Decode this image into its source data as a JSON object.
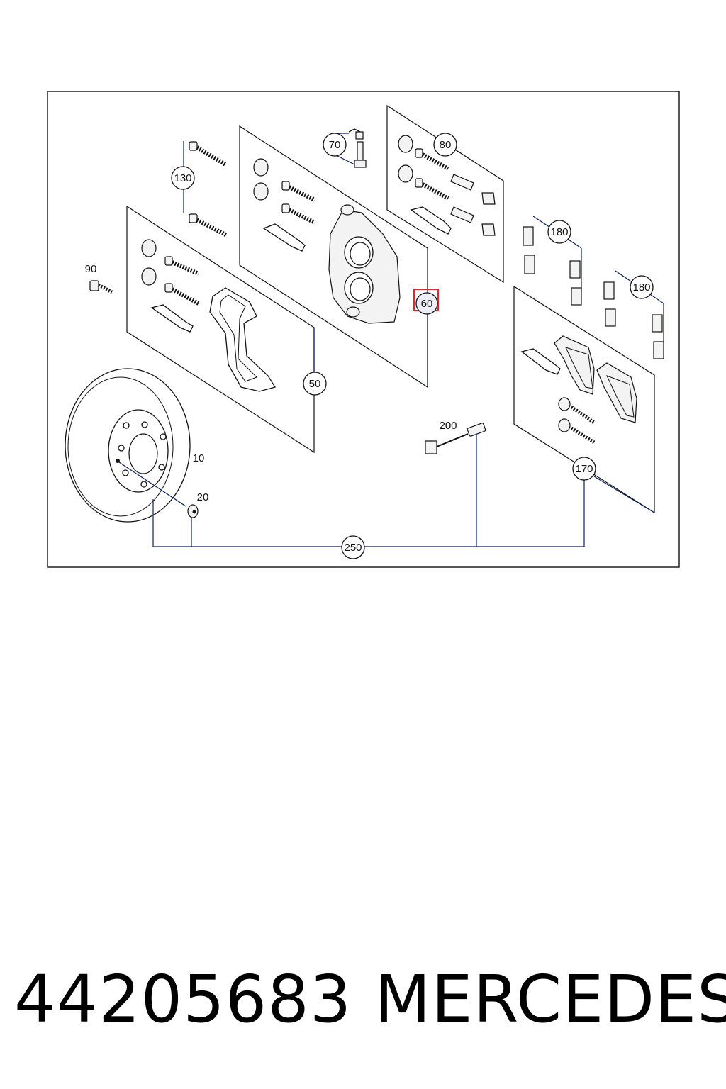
{
  "diagram": {
    "callouts": {
      "c10": "10",
      "c20": "20",
      "c50": "50",
      "c60": "60",
      "c70": "70",
      "c80": "80",
      "c90": "90",
      "c130": "130",
      "c170": "170",
      "c180a": "180",
      "c180b": "180",
      "c200": "200",
      "c250": "250"
    },
    "highlighted_callout": "60",
    "highlight_color": "#e0282e"
  },
  "caption": {
    "part_number": "44205683",
    "brand": "MERCEDES"
  }
}
